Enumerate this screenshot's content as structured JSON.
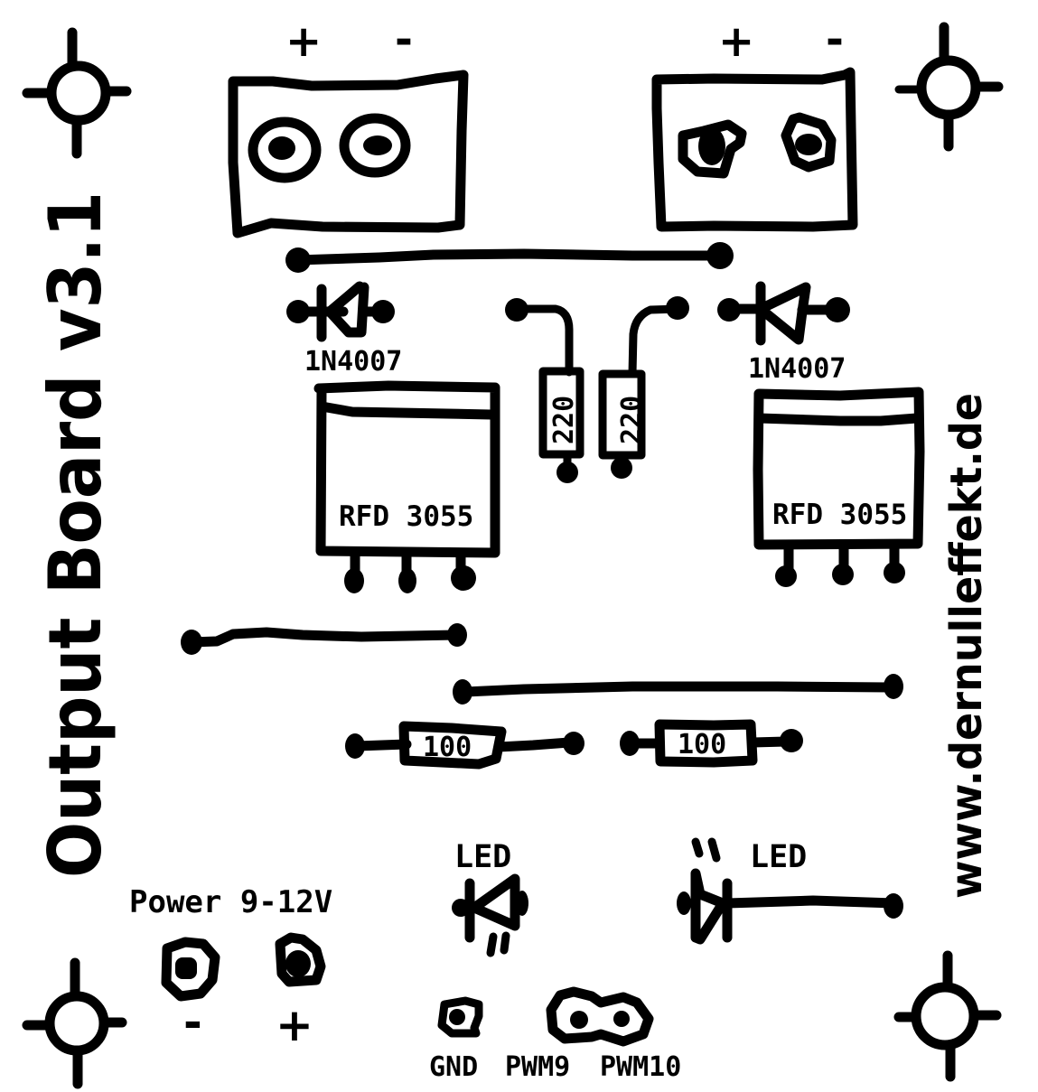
{
  "title": "Output Board v3.1",
  "website": "www.dernulleffekt.de",
  "colors": {
    "ink": "#000000",
    "background": "#ffffff"
  },
  "terminals": {
    "left": {
      "plus": "+",
      "minus": "-"
    },
    "right": {
      "plus": "+",
      "minus": "-"
    }
  },
  "diodes": [
    {
      "label": "1N4007"
    },
    {
      "label": "1N4007"
    }
  ],
  "mosfets": [
    {
      "label": "RFD 3055"
    },
    {
      "label": "RFD 3055"
    }
  ],
  "resistors_gate": [
    {
      "label": "220"
    },
    {
      "label": "220"
    }
  ],
  "resistors_led": [
    {
      "label": "100"
    },
    {
      "label": "100"
    }
  ],
  "leds": [
    {
      "label": "LED"
    },
    {
      "label": "LED"
    }
  ],
  "power": {
    "label": "Power 9-12V",
    "minus": "-",
    "plus": "+"
  },
  "header_pins": {
    "gnd": "GND",
    "pwm9": "PWM9",
    "pwm10": "PWM10"
  },
  "icons": {
    "mounting_hole": "crosshair-circle",
    "diode": "diode-symbol",
    "led": "led-symbol",
    "resistor": "resistor-box",
    "mosfet": "to-252-package",
    "pad": "solder-pad"
  }
}
